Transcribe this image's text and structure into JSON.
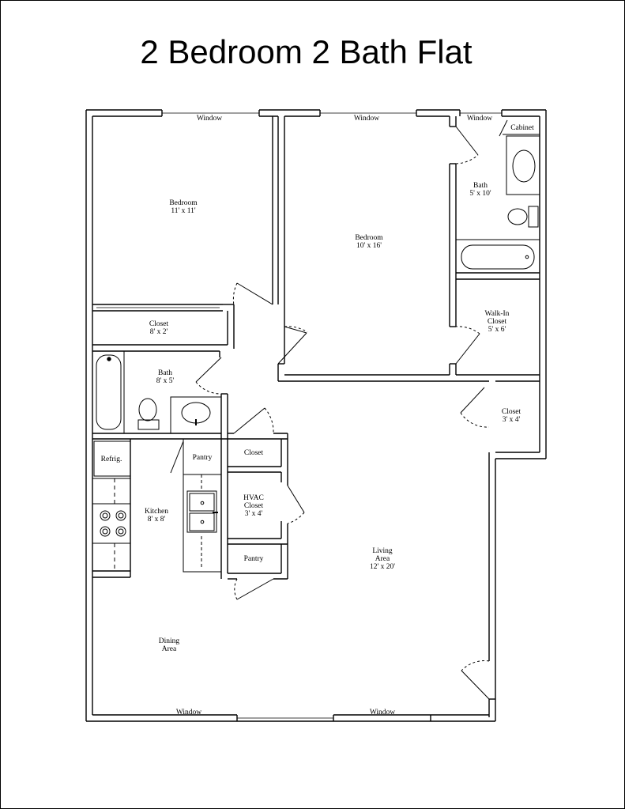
{
  "title": "2 Bedroom 2 Bath Flat",
  "labels": {
    "window_top_left": "Window",
    "window_top_middle": "Window",
    "window_top_right": "Window",
    "cabinet": "Cabinet",
    "bedroom1_name": "Bedroom",
    "bedroom1_size": "11' x 11'",
    "bedroom2_name": "Bedroom",
    "bedroom2_size": "10' x 16'",
    "bath1_name": "Bath",
    "bath1_size": "5' x 10'",
    "closet1_name": "Closet",
    "closet1_size": "8' x 2'",
    "walkin_name1": "Walk-In",
    "walkin_name2": "Closet",
    "walkin_size": "5' x 6'",
    "bath2_name": "Bath",
    "bath2_size": "8' x 5'",
    "closet2_name": "Closet",
    "closet2_size": "3' x 4'",
    "refrig": "Refrig.",
    "pantry1": "Pantry",
    "closet_small": "Closet",
    "kitchen_name": "Kitchen",
    "kitchen_size": "8' x 8'",
    "hvac_name1": "HVAC",
    "hvac_name2": "Closet",
    "hvac_size": "3' x 4'",
    "pantry2": "Pantry",
    "living_name1": "Living",
    "living_name2": "Area",
    "living_size": "12' x 20'",
    "dining_name1": "Dining",
    "dining_name2": "Area",
    "window_bottom_left": "Window",
    "window_bottom_right": "Window"
  }
}
